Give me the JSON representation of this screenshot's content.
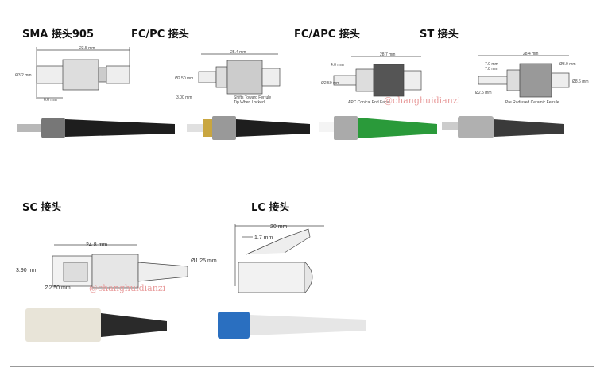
{
  "titles": {
    "sma": "SMA  接头905",
    "fcpc": "FC/PC  接头",
    "fcapc": "FC/APC  接头",
    "st": "ST  接头",
    "sc": "SC  接头",
    "lc": "LC  接头"
  },
  "dimensions": {
    "sma": {
      "length": "23.5 mm",
      "dia": "Ø3.2 mm",
      "tip": "6.6 mm"
    },
    "fcpc": {
      "length": "25.4 mm",
      "dia": "Ø2.50 mm",
      "tip": "3.00 mm",
      "note1": "Shifts Toward Ferrule",
      "note2": "Tip When Locked"
    },
    "fcapc": {
      "length": "28.7 mm",
      "tip": "4.0 mm",
      "dia": "Ø2.50 mm",
      "note": "APC Conical End Face"
    },
    "st": {
      "length": "28.4 mm",
      "a": "7.0 mm",
      "b": "7.8 mm",
      "dia_small": "Ø3.0 mm",
      "dia_large": "Ø8.6 mm",
      "ferrule": "Ø2.5 mm",
      "note": "Pre Radiused Ceramic Ferrule"
    },
    "sc": {
      "length": "24.8 mm",
      "height": "3.90 mm",
      "dia": "Ø2.50 mm"
    },
    "lc": {
      "length": "20 mm",
      "tip": "1.7 mm",
      "dia": "Ø1.25 mm"
    }
  },
  "watermark": "@changhuidianzi",
  "colors": {
    "fcapc_boot": "#2a9a3a",
    "lc_body": "#2a6fc0",
    "sc_body": "#e8e4d8"
  }
}
